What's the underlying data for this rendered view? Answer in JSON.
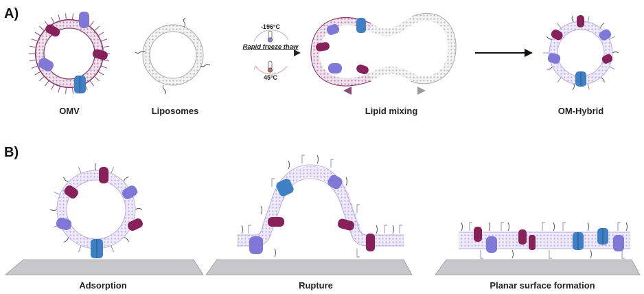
{
  "panel_a": {
    "letter": "A)",
    "labels": {
      "omv": "OMV",
      "liposomes": "Liposomes",
      "lipid_mixing": "Lipid mixing",
      "om_hybrid": "OM-Hybrid"
    },
    "thermo": {
      "cold": "-196°C",
      "hot": "45°C",
      "process": "Rapid freeze thaw"
    }
  },
  "panel_b": {
    "letter": "B)",
    "labels": {
      "adsorption": "Adsorption",
      "rupture": "Rupture",
      "planar": "Planar surface formation"
    }
  },
  "colors": {
    "omv_ring": "#8a3a6a",
    "lipid_pink": "#c9a3c3",
    "lipid_lavender": "#c9bfe8",
    "liposome_gray": "#bdbdbd",
    "protein_maroon": "#86215a",
    "protein_purple": "#7f78d6",
    "protein_blue": "#3f7fc4",
    "surface": "#c8c8cc"
  }
}
